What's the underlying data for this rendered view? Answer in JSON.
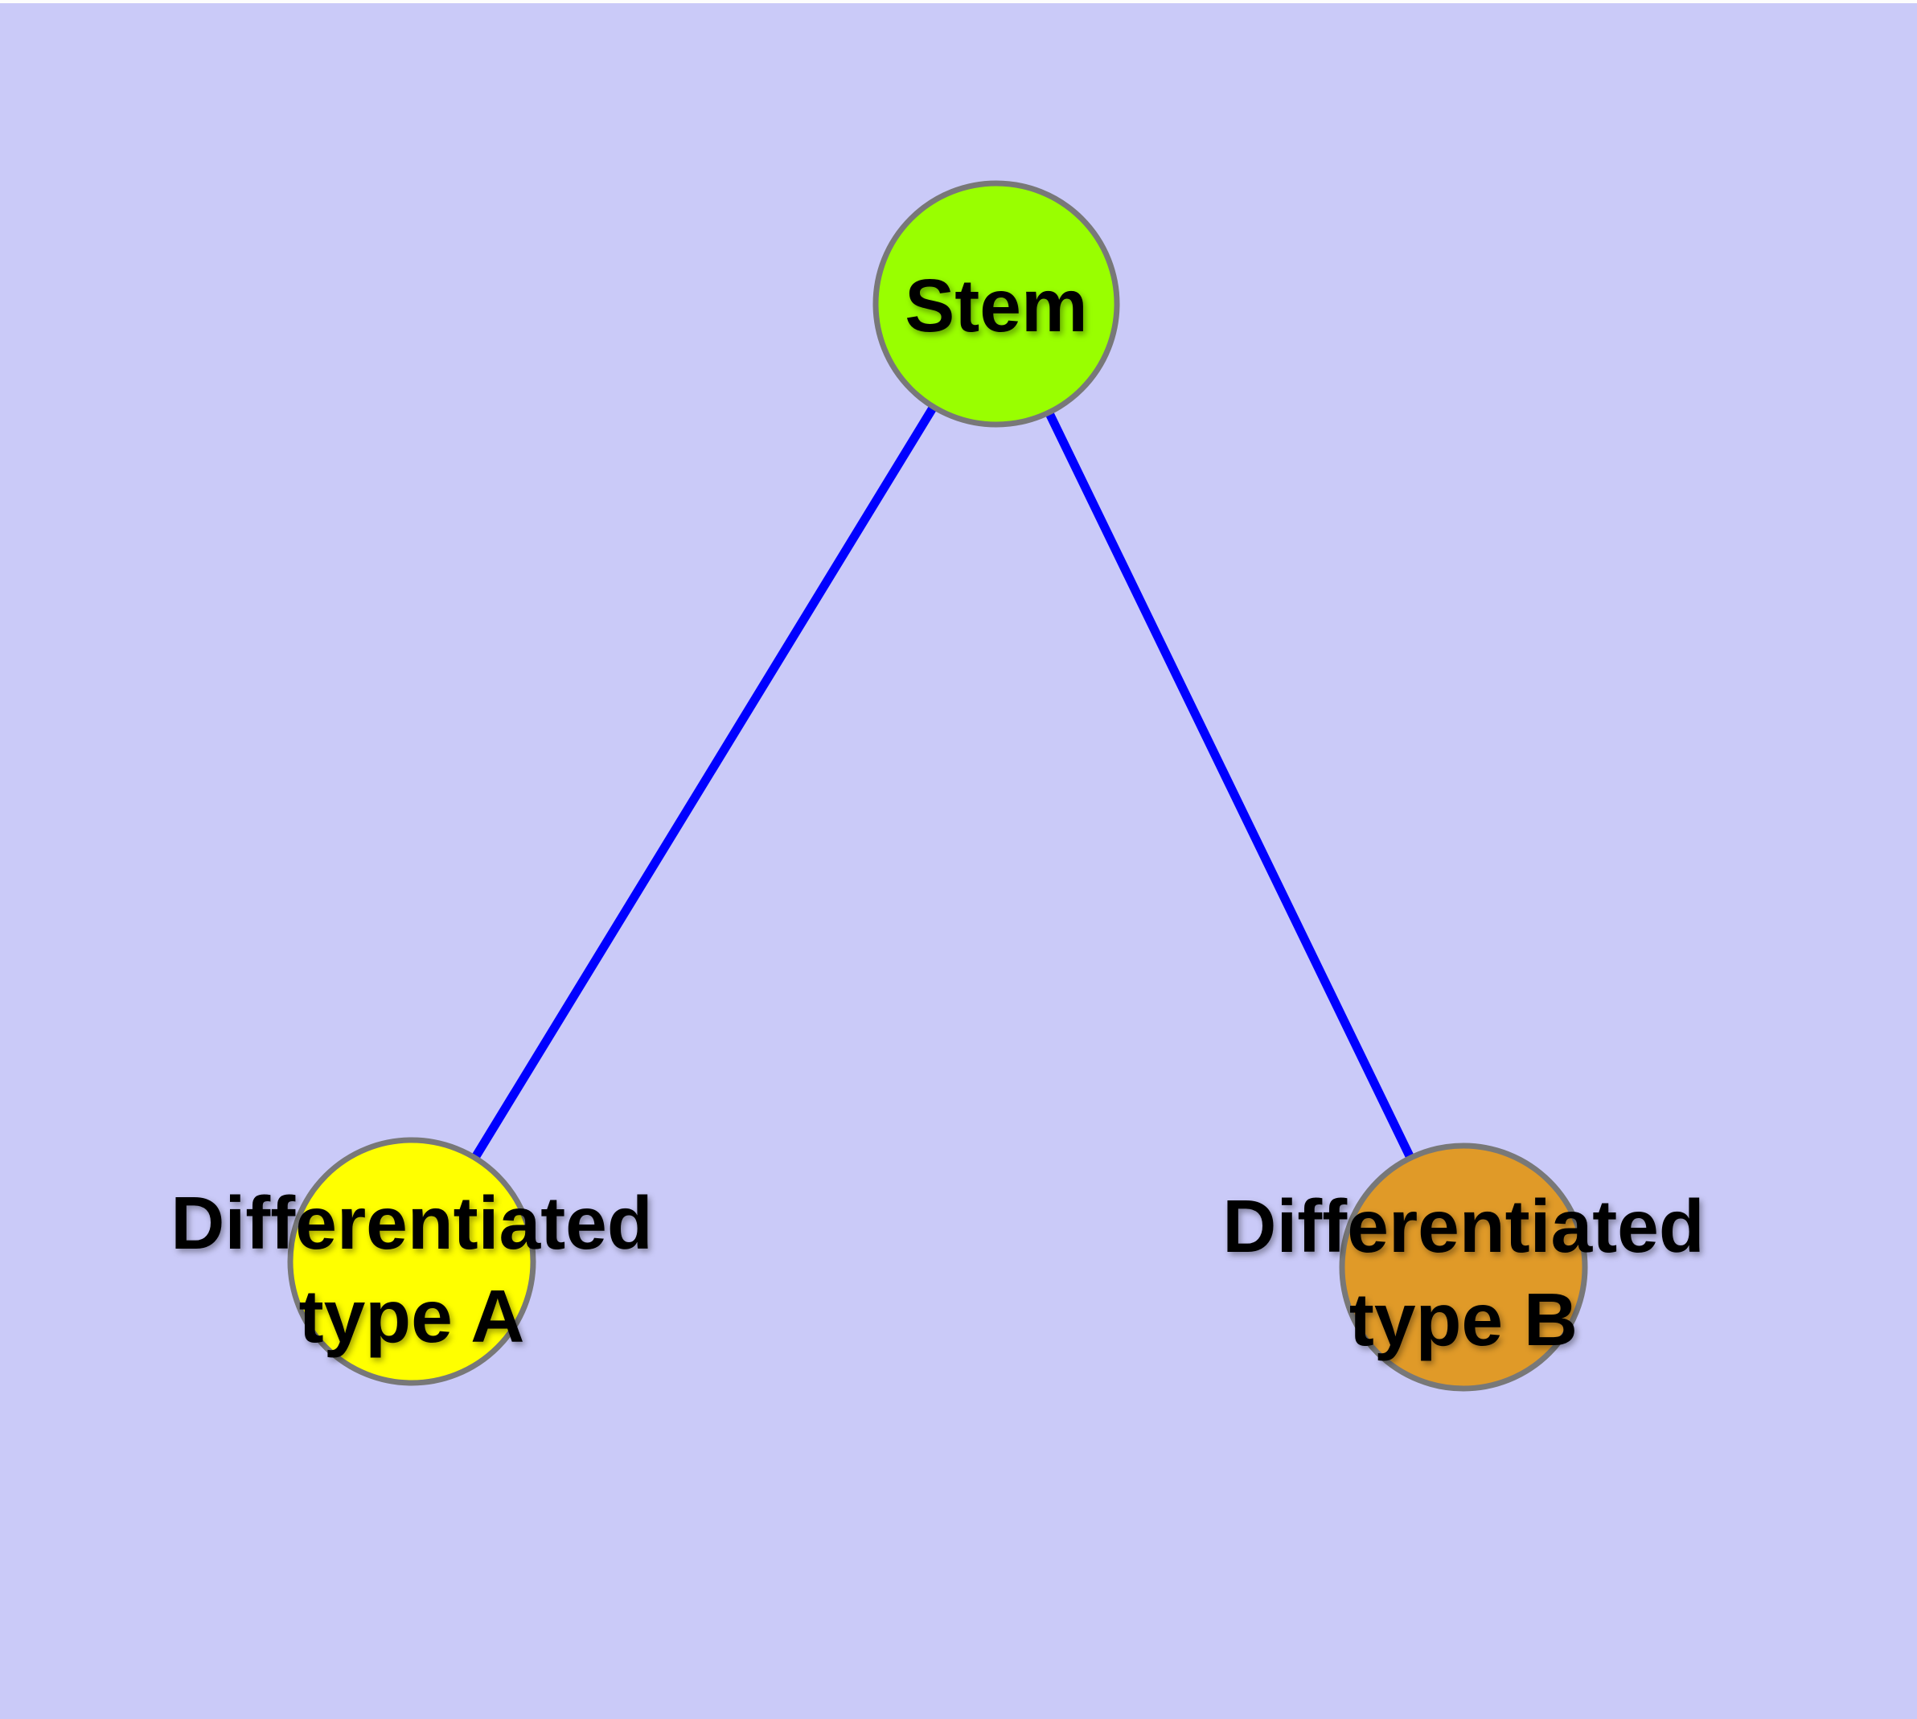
{
  "diagram": {
    "type": "node-link-graph",
    "description": "Stem cell differentiation diagram with one root node and two child nodes",
    "colors": {
      "background": "#CACAF8",
      "top_margin": "#FDFDFD",
      "edge": "#0000FF",
      "node_border": "#787878",
      "label_text": "#000000",
      "stem_fill": "#99FF00",
      "type_a_fill": "#FFFF00",
      "type_b_fill": "#E09A28"
    },
    "nodes": [
      {
        "id": "stem",
        "label": "Stem",
        "fill": "#99FF00"
      },
      {
        "id": "differentiated-type-a",
        "label": "Differentiated type A",
        "line1": "Differentiated",
        "line2": "type A",
        "fill": "#FFFF00"
      },
      {
        "id": "differentiated-type-b",
        "label": "Differentiated type B",
        "line1": "Differentiated",
        "line2": "type B",
        "fill": "#E09A28"
      }
    ],
    "edges": [
      {
        "from": "stem",
        "to": "differentiated-type-a"
      },
      {
        "from": "stem",
        "to": "differentiated-type-b"
      }
    ]
  }
}
